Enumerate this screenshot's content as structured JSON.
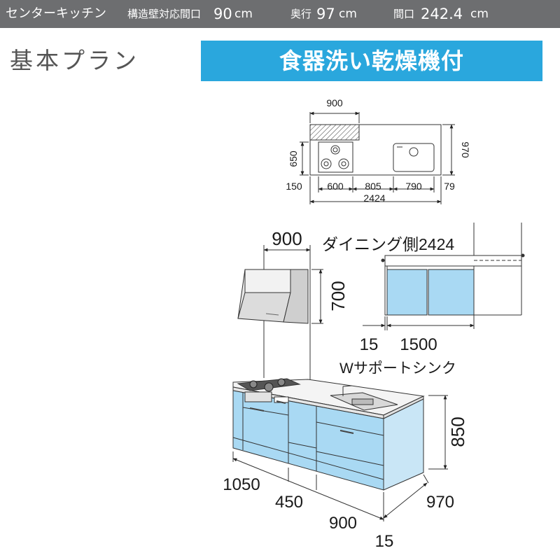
{
  "header": {
    "product": "センターキッチン",
    "wall_label": "構造壁対応間口",
    "wall_value": "90",
    "depth_label": "奥行",
    "depth_value": "97",
    "width_label": "間口",
    "width_value": "242.4",
    "unit": "cm"
  },
  "plan_title": "基本プラン",
  "banner": "食器洗い乾燥機付",
  "top_view": {
    "hood_width": "900",
    "depth_left": "650",
    "depth_right": "970",
    "segments": [
      "150",
      "600",
      "805",
      "790",
      "79"
    ],
    "total": "2424"
  },
  "front_view": {
    "hood_width": "900",
    "hood_height": "700",
    "dining_label": "ダイニング側2424",
    "dining_gap": "15",
    "dining_width": "1500",
    "sink_label": "Wサポートシンク",
    "height": "850",
    "dims_bottom": [
      "1050",
      "450",
      "900",
      "15"
    ],
    "depth": "970"
  },
  "colors": {
    "header_bg": "#6d6e70",
    "banner_bg": "#2aa7dd",
    "cabinet_blue": "#a9d9f3"
  }
}
